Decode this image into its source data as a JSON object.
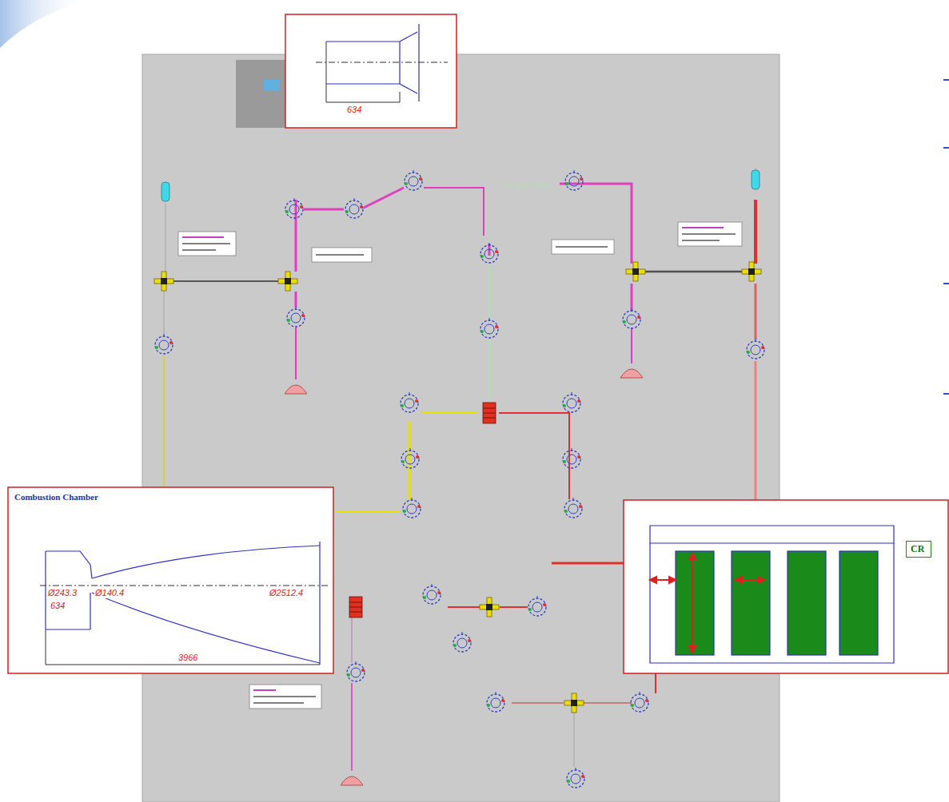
{
  "diagram": {
    "nodes": [
      {
        "text": [
          "Combustion Chamber"
        ]
      },
      {
        "text": [
          "CR"
        ]
      }
    ],
    "labels": [
      "634",
      "Ø243.3",
      "Ø140.4",
      "Ø2512.4",
      "634",
      "3966"
    ]
  }
}
